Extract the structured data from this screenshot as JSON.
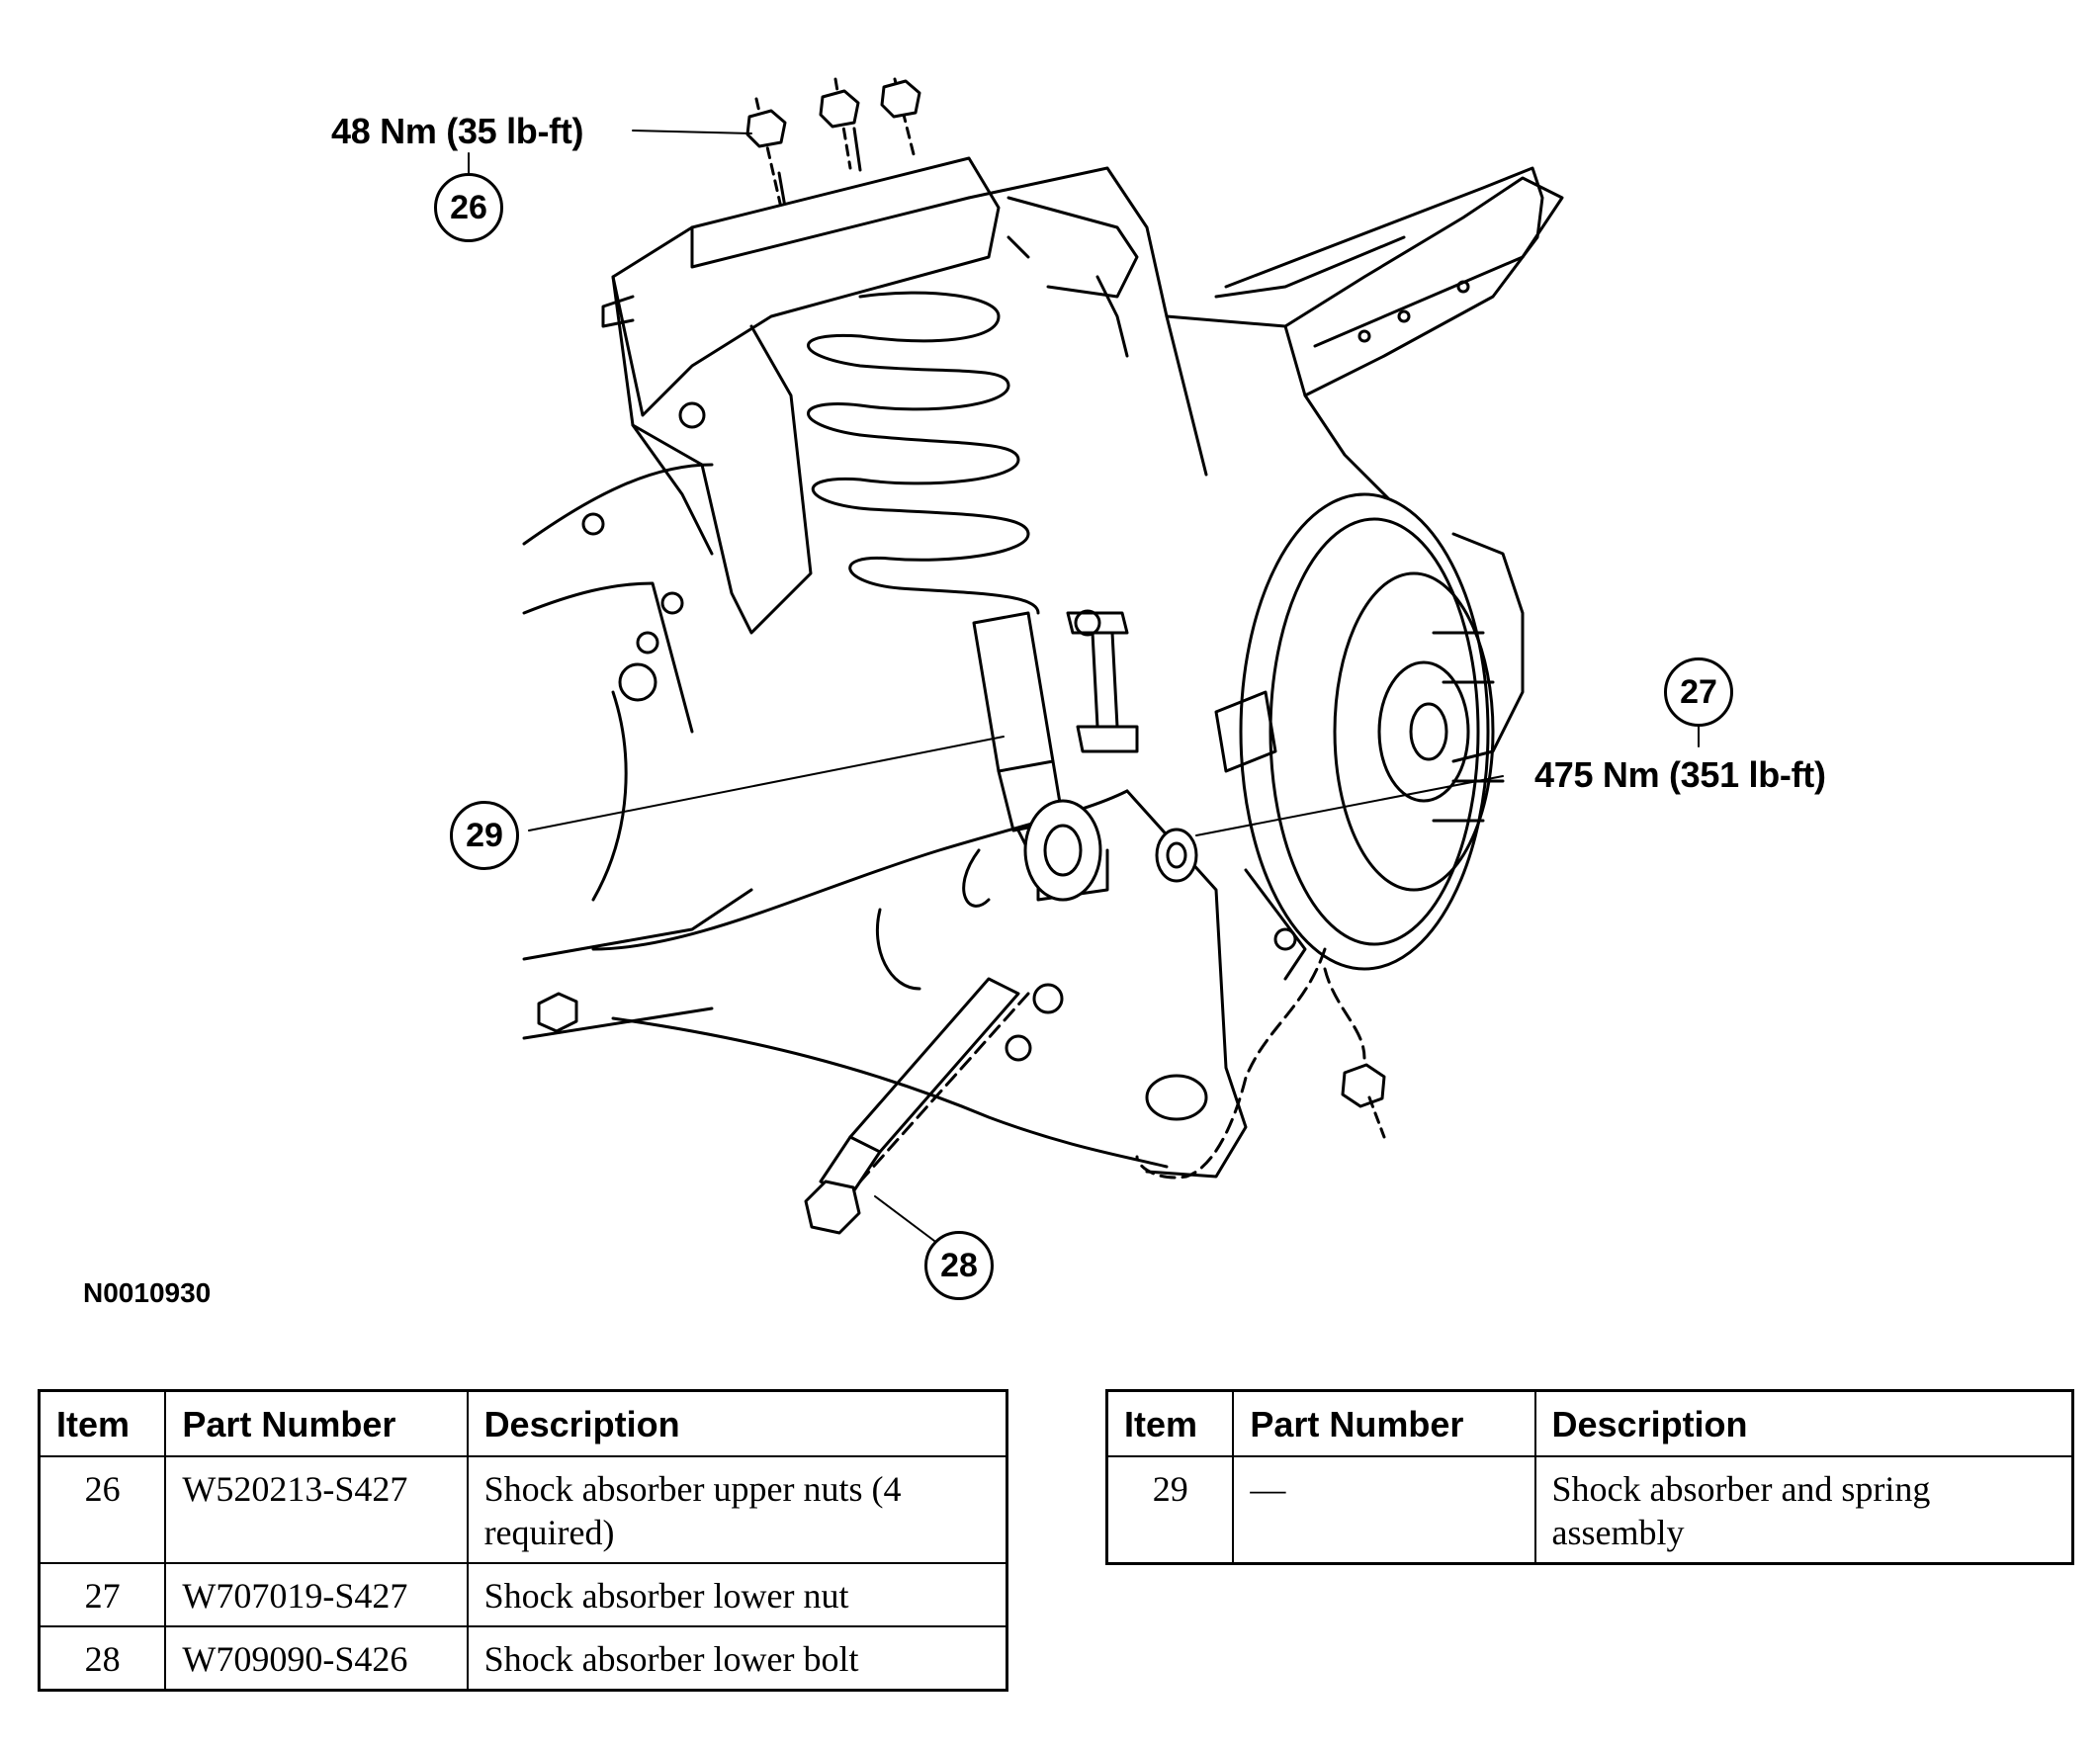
{
  "figure_id": "N0010930",
  "torque_specs": {
    "upper_nuts": "48 Nm (35 lb-ft)",
    "lower_nut": "475 Nm (351 lb-ft)"
  },
  "callouts": [
    "26",
    "27",
    "28",
    "29"
  ],
  "table_headers": {
    "item": "Item",
    "part_number": "Part Number",
    "description": "Description"
  },
  "parts_left": [
    {
      "item": "26",
      "part_number": "W520213-S427",
      "description": "Shock absorber upper nuts (4 required)"
    },
    {
      "item": "27",
      "part_number": "W707019-S427",
      "description": "Shock absorber lower nut"
    },
    {
      "item": "28",
      "part_number": "W709090-S426",
      "description": "Shock absorber lower bolt"
    }
  ],
  "parts_right": [
    {
      "item": "29",
      "part_number": "—",
      "description": "Shock absorber and spring assembly"
    }
  ]
}
